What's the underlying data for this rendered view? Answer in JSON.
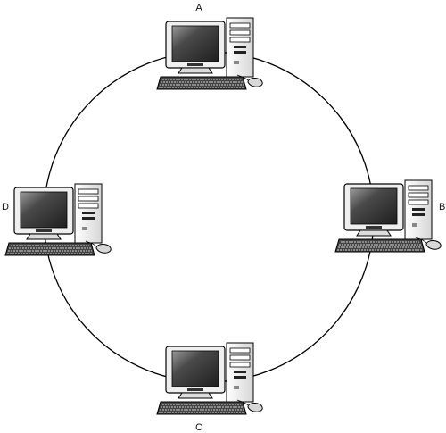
{
  "diagram": {
    "nodes": [
      {
        "id": "node-a",
        "label": "A"
      },
      {
        "id": "node-b",
        "label": "B"
      },
      {
        "id": "node-c",
        "label": "C"
      },
      {
        "id": "node-d",
        "label": "D"
      }
    ],
    "connections": [
      [
        "A",
        "B"
      ],
      [
        "B",
        "C"
      ],
      [
        "C",
        "D"
      ],
      [
        "D",
        "A"
      ]
    ]
  },
  "colors": {
    "line": "#000000",
    "screen": "#3a3a3a"
  }
}
